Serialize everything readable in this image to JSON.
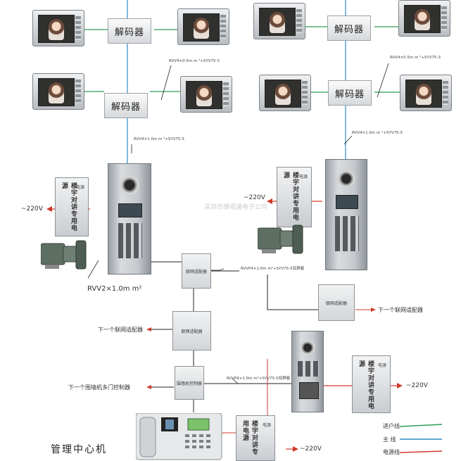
{
  "decoder_label": "解码器",
  "cable_labels": {
    "rvv_small": "RVV4×0.5m m ²+SYV75-3",
    "rvv_large": "RVV4×1.0m m ²+SYV75-5",
    "rvv_lock": "RVV2×1.0m m²",
    "rvvp_main": "RVVP4×1.0m m²+SYV75-5双屏蔽",
    "rvvp_center": "RVVP4×1.0m m²+SYV75-5双屏蔽"
  },
  "psu_text": "楼宇对讲专用电源",
  "psu_tag": "电源",
  "voltage": "~220V",
  "adapter_label": "联网适配器",
  "controller_label": "围墙机控制器",
  "next_adapter": "下一个联网适配器",
  "next_gate_controller": "下一个围墙机多门控制器",
  "watermark": "深圳市博视通电子公司",
  "center_label": "管理中心机",
  "legend": [
    {
      "label": "进户线",
      "color": "#2e9e55"
    },
    {
      "label": "主  线",
      "color": "#2f8bc9"
    },
    {
      "label": "电源线",
      "color": "#d23a2a"
    }
  ],
  "colors": {
    "green": "#2e9e55",
    "blue": "#2f8bc9",
    "red": "#d23a2a"
  }
}
